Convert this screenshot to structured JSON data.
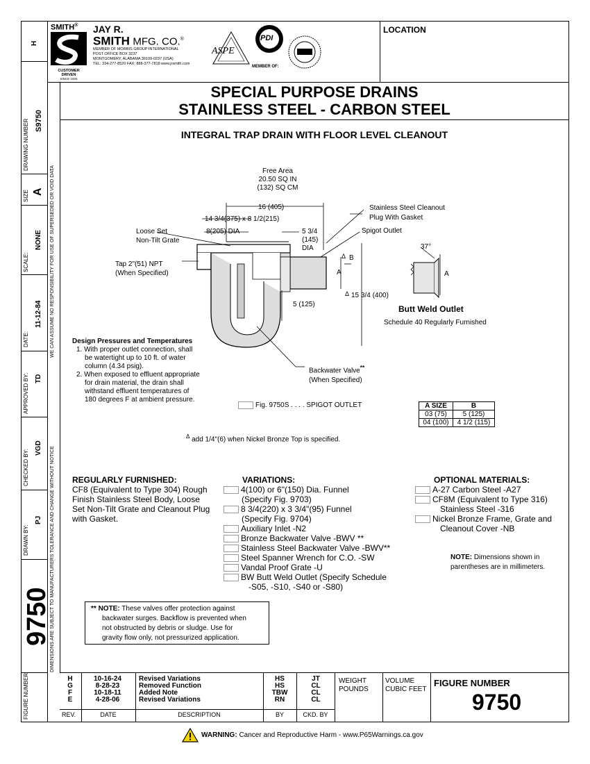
{
  "header": {
    "sheet_letter": "H",
    "brand_smith": "SMITH",
    "brand_reg": "®",
    "company_line1": "JAY R.",
    "company_line2": "SMITH",
    "company_line2b": "MFG. CO.",
    "company_reg": "®",
    "member_of_group": "MEMBER OF MORRIS GROUP INTERNATIONAL",
    "po_box": "POST OFFICE BOX 3237",
    "city": "MONTGOMERY, ALABAMA 36109-0237 (USA)",
    "contact": "TEL: 334-277-8520   FAX: 888-377-7818   www.jrsmith.com",
    "customer_driven": "CUSTOMER DRIVEN",
    "since": "SINCE 1926",
    "aspe": "ASPE",
    "pdi": "PDI",
    "member_of": "MEMBER OF:",
    "location_label": "LOCATION"
  },
  "side": {
    "drawing_number_label": "DRAWING NUMBER",
    "drawing_number": "S9750",
    "size_label": "SIZE",
    "size": "A",
    "scale_label": "SCALE:",
    "scale": "NONE",
    "date_label": "DATE:",
    "date": "11-12-84",
    "approved_label": "APPROVED BY:",
    "approved": "TD",
    "checked_label": "CHECKED BY:",
    "checked": "VGD",
    "drawn_label": "DRAWN BY:",
    "drawn": "PJ",
    "big_number": "9750",
    "figure_number_label": "FIGURE NUMBER",
    "note_top": "WE CAN ASSUME NO RESPONSIBILITY FOR USE OF SUPERSEDED OR VOID DATA",
    "note_bottom": "DIMENSIONS ARE SUBJECT TO MANUFACTURERS TOLERANCE AND CHANGE WITHOUT NOTICE"
  },
  "title": {
    "line1": "SPECIAL PURPOSE DRAINS",
    "line2": "STAINLESS STEEL - CARBON STEEL",
    "subtitle": "INTEGRAL TRAP DRAIN WITH FLOOR LEVEL CLEANOUT"
  },
  "drawing": {
    "free_area": "Free Area",
    "free_area_in": "20.50 SQ IN",
    "free_area_cm": "(132) SQ CM",
    "dim_16": "16 (405)",
    "dim_1434": "14 3/4(375) x 8 1/2(215)",
    "dim_8": "8(205) DIA",
    "dim_534": "5 3/4",
    "dim_145": "(145)",
    "dia": "DIA",
    "loose_set": "Loose Set",
    "non_tilt": "Non-Tilt Grate",
    "tap": "Tap 2\"(51) NPT",
    "when_specified": "(When Specified)",
    "cleanout": "Stainless Steel Cleanout",
    "plug_gasket": "Plug With Gasket",
    "spigot_outlet": "Spigot Outlet",
    "delta": "Δ",
    "b": "B",
    "a": "A",
    "dim_1534": "15 3/4 (400)",
    "dim_5": "5 (125)",
    "backwater": "Backwater Valve",
    "stars": "**",
    "backwater_when": "(When Specified)",
    "angle": "37°",
    "butt_weld": "Butt Weld Outlet",
    "schedule": "Schedule 40 Regularly Furnished"
  },
  "design": {
    "title": "Design Pressures and Temperatures",
    "item1_l1": "1. With proper outlet connection, shall",
    "item1_l2": "be watertight up to 10 ft. of water",
    "item1_l3": "column (4.34 psig).",
    "item2_l1": "2. When exposed to effluent appropriate",
    "item2_l2": "for drain material, the drain shall",
    "item2_l3": "withstand effluent temperatures of",
    "item2_l4": "180 degrees F at ambient pressure."
  },
  "fig": {
    "label": "Fig. 9750S . . . .   SPIGOT OUTLET"
  },
  "size_table": {
    "headers": [
      "A SIZE",
      "B"
    ],
    "rows": [
      [
        "03 (75)",
        "5 (125)"
      ],
      [
        "04 (100)",
        "4 1/2 (115)"
      ]
    ]
  },
  "delta_note": "add 1/4\"(6) when Nickel Bronze Top is specified.",
  "regular": {
    "title": "REGULARLY FURNISHED:",
    "l1": "CF8 (Equivalent to Type 304) Rough",
    "l2": "Finish Stainless Steel Body, Loose",
    "l3": "Set Non-Tilt Grate and Cleanout Plug",
    "l4": "with Gasket."
  },
  "variations": {
    "title": "VARIATIONS:",
    "v1a": "4(100) or 6\"(150) Dia. Funnel",
    "v1b": "(Specify Fig. 9703)",
    "v2a": "8 3/4(220) x 3 3/4\"(95) Funnel",
    "v2b": "(Specify Fig. 9704)",
    "v3": "Auxiliary Inlet -N2",
    "v4": "Bronze Backwater Valve -BWV **",
    "v5": "Stainless Steel Backwater Valve -BWV**",
    "v6": "Steel Spanner Wrench for C.O. -SW",
    "v7": "Vandal Proof Grate -U",
    "v8a": "BW  Butt Weld Outlet (Specify Schedule",
    "v8b": "-S05, -S10, -S40 or -S80)"
  },
  "optional": {
    "title": "OPTIONAL MATERIALS:",
    "o1": "A-27 Carbon Steel -A27",
    "o2a": "CF8M (Equivalent to Type 316)",
    "o2b": "Stainless Steel -316",
    "o3a": "Nickel Bronze Frame, Grate and",
    "o3b": "Cleanout Cover -NB",
    "note_label": "NOTE:",
    "note_l1": "Dimensions shown in",
    "note_l2": "parentheses are in millimeters."
  },
  "star_note": {
    "stars": "**",
    "label": "NOTE:",
    "l1": "These valves offer protection against",
    "l2": "backwater surges. Backflow is prevented when",
    "l3": "not obstructed by debris or sludge. Use for",
    "l4": "gravity flow only, not pressurized application."
  },
  "revisions": {
    "rows": [
      {
        "rev": "H",
        "date": "10-16-24",
        "desc": "Revised Variations",
        "by": "HS",
        "ckd": "JT"
      },
      {
        "rev": "G",
        "date": "8-28-23",
        "desc": "Removed Function",
        "by": "HS",
        "ckd": "CL"
      },
      {
        "rev": "F",
        "date": "10-18-11",
        "desc": "Added Note",
        "by": "TBW",
        "ckd": "CL"
      },
      {
        "rev": "E",
        "date": "4-28-06",
        "desc": "Revised Variations",
        "by": "RN",
        "ckd": "CL"
      }
    ],
    "h_rev": "REV.",
    "h_date": "DATE",
    "h_desc": "DESCRIPTION",
    "h_by": "BY",
    "h_ckd": "CKD. BY"
  },
  "footer": {
    "weight": "WEIGHT",
    "pounds": "POUNDS",
    "volume": "VOLUME",
    "cubic_feet": "CUBIC FEET",
    "figure_number_label": "FIGURE NUMBER",
    "figure_number": "9750",
    "warning_label": "WARNING:",
    "warning_text": "Cancer and Reproductive Harm - www.P65Warnings.ca.gov"
  }
}
